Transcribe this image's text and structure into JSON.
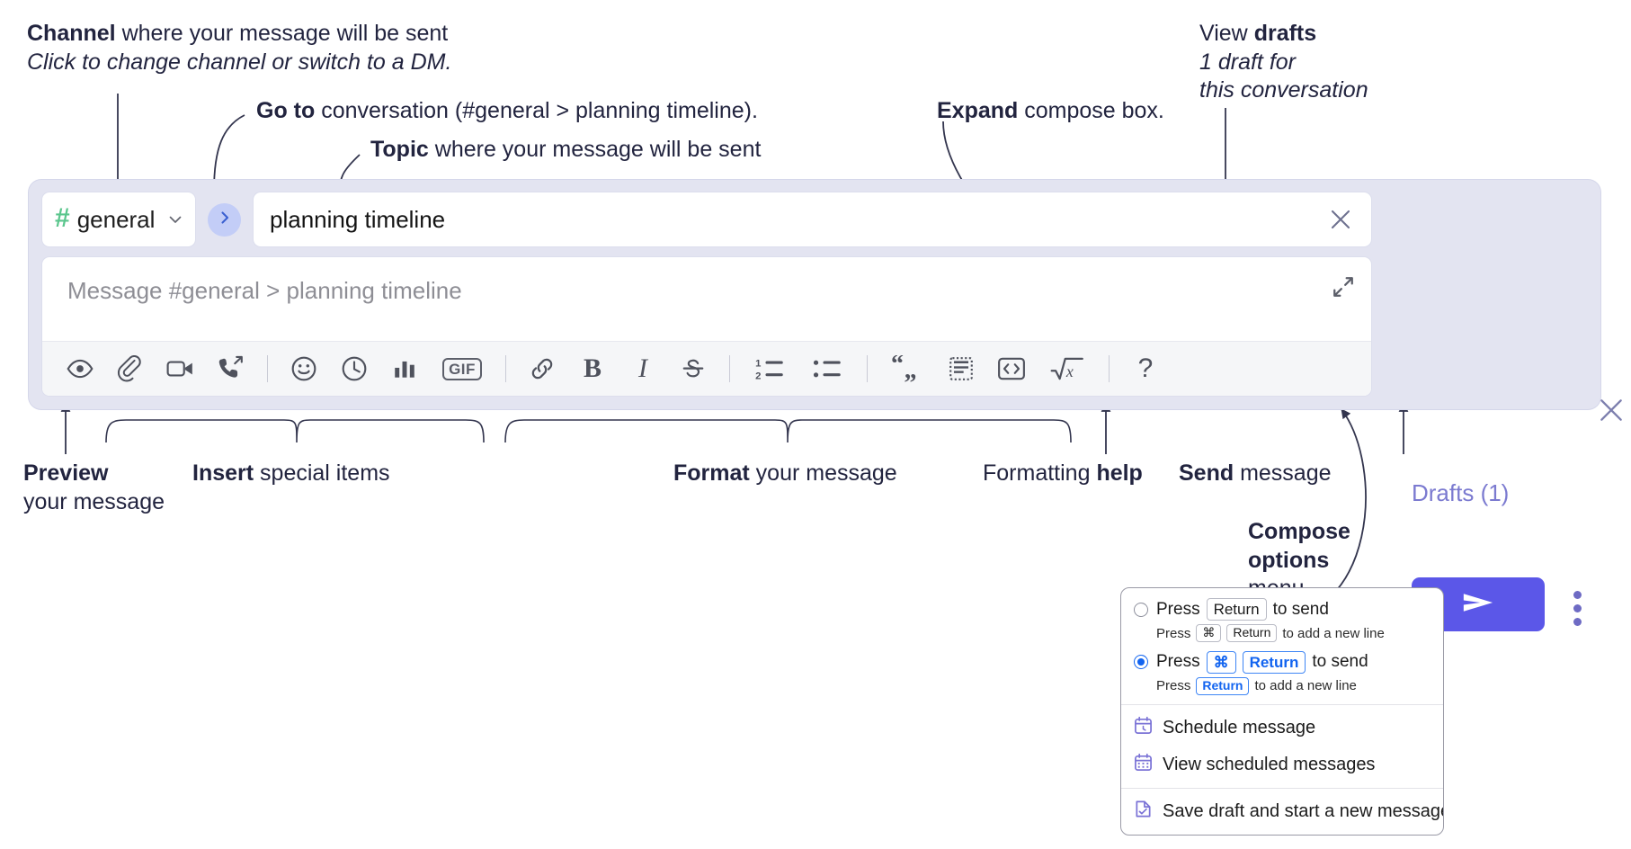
{
  "annotations": {
    "channel": {
      "line1_bold": "Channel",
      "line1_rest": " where your message will be sent",
      "line2_italic": "Click to change channel or switch to a DM."
    },
    "goto": {
      "bold": "Go to",
      "rest": " conversation (#general > planning timeline)."
    },
    "topic": {
      "bold": "Topic",
      "rest": " where your message will be sent"
    },
    "expand": {
      "bold": "Expand",
      "rest": " compose box."
    },
    "drafts": {
      "line1_rest": "View ",
      "line1_bold": "drafts",
      "line2_italic": "1 draft for",
      "line3_italic": "this conversation"
    },
    "preview": {
      "line1_bold": "Preview",
      "line2": "your message"
    },
    "insert": {
      "bold": "Insert",
      "rest": " special items"
    },
    "format": {
      "bold": "Format",
      "rest": " your message"
    },
    "formatting_help": {
      "rest": "Formatting ",
      "bold": "help"
    },
    "send": {
      "bold": "Send",
      "rest": " message"
    },
    "compose_options": {
      "line1_bold": "Compose",
      "line2_bold": "options",
      "line3": "menu"
    }
  },
  "compose": {
    "channel": {
      "hash": "#",
      "name": "general",
      "chevron_icon": "chevron-down-icon"
    },
    "goto_button": {
      "icon": "chevron-right-icon"
    },
    "topic": {
      "value": "planning timeline",
      "clear_icon": "close-icon"
    },
    "message": {
      "placeholder": "Message #general > planning timeline",
      "value": ""
    },
    "expand_icon": "expand-diagonal-icon",
    "panel_close_icon": "close-icon",
    "drafts_label": "Drafts (1)",
    "send_icon": "paper-plane-icon",
    "kebab_icon": "more-vertical-icon",
    "toolbar": [
      {
        "name": "preview-icon",
        "label": "Preview"
      },
      {
        "name": "attachment-icon",
        "label": "Attach file"
      },
      {
        "name": "video-icon",
        "label": "Video clip"
      },
      {
        "name": "audio-call-icon",
        "label": "Audio clip"
      },
      {
        "name": "separator",
        "label": ""
      },
      {
        "name": "emoji-icon",
        "label": "Emoji"
      },
      {
        "name": "reminder-clock-icon",
        "label": "Reminder"
      },
      {
        "name": "poll-icon",
        "label": "Poll"
      },
      {
        "name": "gif-icon",
        "label": "GIF"
      },
      {
        "name": "separator",
        "label": ""
      },
      {
        "name": "link-icon",
        "label": "Link"
      },
      {
        "name": "bold-icon",
        "label": "B"
      },
      {
        "name": "italic-icon",
        "label": "I"
      },
      {
        "name": "strikethrough-icon",
        "label": "S"
      },
      {
        "name": "separator",
        "label": ""
      },
      {
        "name": "ordered-list-icon",
        "label": "Ordered list"
      },
      {
        "name": "bulleted-list-icon",
        "label": "Bulleted list"
      },
      {
        "name": "separator",
        "label": ""
      },
      {
        "name": "blockquote-icon",
        "label": "Blockquote"
      },
      {
        "name": "code-block-icon",
        "label": "Code block"
      },
      {
        "name": "inline-code-icon",
        "label": "Code"
      },
      {
        "name": "math-icon",
        "label": "Math"
      },
      {
        "name": "separator",
        "label": ""
      },
      {
        "name": "help-icon",
        "label": "?"
      }
    ]
  },
  "options_menu": {
    "send_options": [
      {
        "selected": false,
        "main": {
          "pre": "Press",
          "keys": [
            "Return"
          ],
          "post": "to send"
        },
        "sub": {
          "pre": "Press",
          "keys": [
            "⌘",
            "Return"
          ],
          "post": "to add a new line"
        }
      },
      {
        "selected": true,
        "main": {
          "pre": "Press",
          "keys": [
            "⌘",
            "Return"
          ],
          "post": "to send"
        },
        "sub": {
          "pre": "Press",
          "keys": [
            "Return"
          ],
          "post": "to add a new line"
        }
      }
    ],
    "items": [
      {
        "icon": "calendar-clock-icon",
        "label": "Schedule message"
      },
      {
        "icon": "calendar-grid-icon",
        "label": "View scheduled messages"
      },
      {
        "icon": "draft-check-icon",
        "label": "Save draft and start a new message"
      }
    ]
  },
  "colors": {
    "panel_bg": "#e3e4f1",
    "accent_send": "#5b57e8",
    "hash_green": "#5bc68d",
    "goto_blue": "#3a67e0",
    "drafts_purple": "#7b7ad0",
    "key_blue": "#1264f0",
    "menu_icon_purple": "#7a72d6",
    "text_dark": "#22243f"
  }
}
